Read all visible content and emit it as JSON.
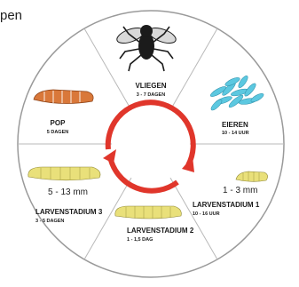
{
  "corner_text": "pen",
  "colors": {
    "segment_line": "#b9b9b9",
    "outer_ring": "#9a9a9a",
    "cycle_arrow": "#e0362b",
    "egg": "#5cc8e0",
    "pupa": "#d9783a",
    "larva": "#e9e07a",
    "fly": "#1b1b1b"
  },
  "stages": {
    "fly": {
      "title": "VLIEGEN",
      "duration": "3 - 7 DAGEN",
      "icon": "housefly-icon"
    },
    "eggs": {
      "title": "EIEREN",
      "duration": "10 - 14 UUR",
      "icon": "eggs-icon"
    },
    "larva1": {
      "title": "LARVENSTADIUM 1",
      "duration": "10 - 16 UUR",
      "size": "1 - 3 mm",
      "icon": "larva-icon"
    },
    "larva2": {
      "title": "LARVENSTADIUM 2",
      "duration": "1 - 1,5 DAG",
      "icon": "larva-icon"
    },
    "larva3": {
      "title": "LARVENSTADIUM 3",
      "duration": "3 - 5 DAGEN",
      "size": "5 - 13 mm",
      "icon": "larva-icon"
    },
    "pupa": {
      "title": "POP",
      "duration": "5 DAGEN",
      "icon": "pupa-icon"
    }
  }
}
